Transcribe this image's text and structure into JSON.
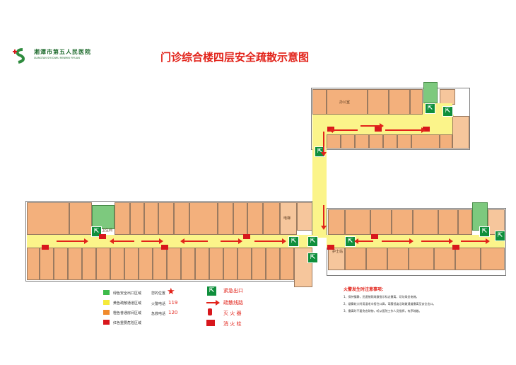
{
  "logo": {
    "name": "湘潭市第五人民医院",
    "subtitle": "XIANGTAN SHI DIWU RENMIN YIYUAN"
  },
  "title": "门诊综合楼四层安全疏散示意图",
  "legend_left": [
    {
      "label": "绿色安全出口区域",
      "color": "#3dbb4a"
    },
    {
      "label": "黄色疏散通道区域",
      "color": "#f5ea3a"
    },
    {
      "label": "橙色普通房间区域",
      "color": "#f08a2c"
    },
    {
      "label": "红色重要危险区域",
      "color": "#d8171c"
    }
  ],
  "legend_mid": [
    {
      "label": "您的位置",
      "value": "★"
    },
    {
      "label": "火警电话",
      "value": "119"
    },
    {
      "label": "急救电话",
      "value": "120"
    }
  ],
  "legend_right": [
    {
      "label": "紧急出口",
      "symbol": "exit-icon"
    },
    {
      "label": "疏散线路",
      "symbol": "arrow-icon"
    },
    {
      "label": "灭 火 器",
      "symbol": "extinguisher-icon"
    },
    {
      "label": "消 火 栓",
      "symbol": "hydrant-icon"
    }
  ],
  "notes": {
    "heading": "火警发生时注意事项：",
    "items": [
      "1、保持镇静，迅速按照疏散指示标志撤离，切勿乘坐电梯。",
      "2、烟雾较大时用湿毛巾捂住口鼻，弯腰低姿沿疏散通道撤离至安全出口。",
      "3、撤离时不要贪恋财物，听从医院工作人员指挥，有序疏散。"
    ]
  },
  "labels": {
    "office": "办公室",
    "elevator": "电梯",
    "toilet": "卫生间",
    "station": "护士站"
  }
}
